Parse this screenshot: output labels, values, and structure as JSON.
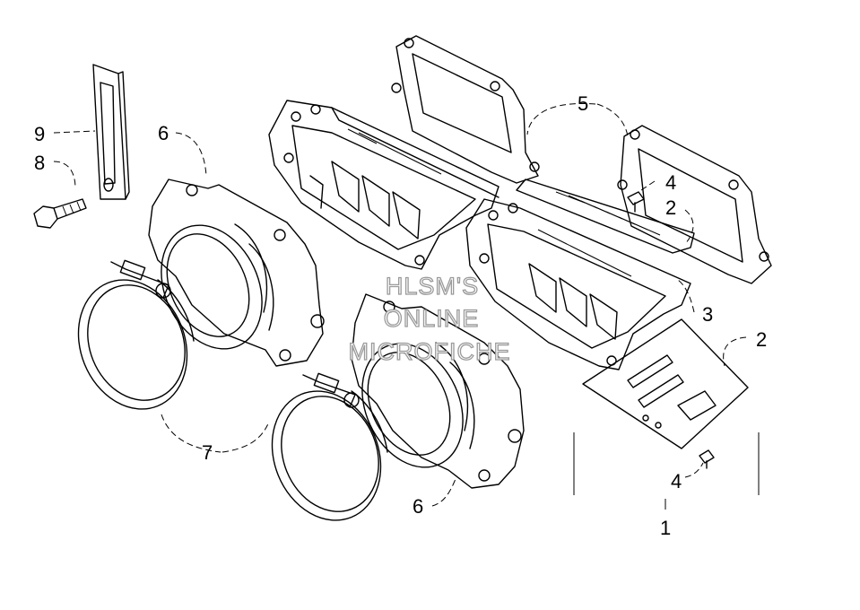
{
  "watermark": {
    "line1": "HLSM'S",
    "line2": "ONLINE",
    "line3": "MICROFICHE"
  },
  "callouts": {
    "c9": "9",
    "c8": "8",
    "c6a": "6",
    "c6b": "6",
    "c5": "5",
    "c4a": "4",
    "c2a": "2",
    "c3": "3",
    "c2b": "2",
    "c7": "7",
    "c4b": "4",
    "c1": "1"
  }
}
